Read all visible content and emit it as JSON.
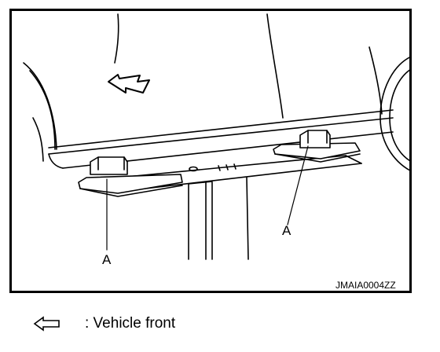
{
  "figure": {
    "callouts": [
      "A",
      "A"
    ],
    "figure_code": "JMAIA0004ZZ"
  },
  "legend": {
    "icon": "arrow-left-outline-icon",
    "text": ": Vehicle front"
  }
}
